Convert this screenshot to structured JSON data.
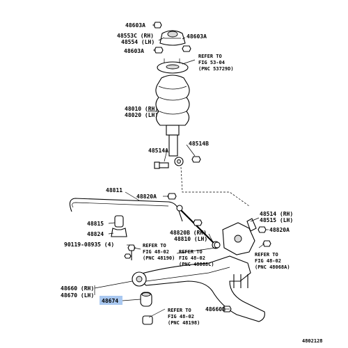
{
  "highlight_color": "#a9c8f0",
  "labels": {
    "p48603a_top": "48603A",
    "p48553c": "48553C (RH)",
    "p48554": "48554 (LH)",
    "p48603a_right": "48603A",
    "p48603a_mid": "48603A",
    "p48010": "48010 (RH)",
    "p48020": "48020 (LH)",
    "p48514a": "48514A",
    "p48514b": "48514B",
    "p48811": "48811",
    "p48820a_top": "48820A",
    "p48815": "48815",
    "p48824": "48824",
    "p90119": "90119-08935 (4)",
    "p48820b": "48820B (RH)",
    "p48810": "48810 (LH)",
    "p48514": "48514 (RH)",
    "p48515": "48515 (LH)",
    "p48820a_right": "48820A",
    "p48660": "48660 (RH)",
    "p48670": "48670 (LH)",
    "p48674": "48674",
    "p48660b": "48660B",
    "figure_id": "4802128"
  },
  "refers": [
    [
      "REFER TO",
      "FIG 53-04",
      "(PNC 53729D)"
    ],
    [
      "REFER TO",
      "FIG 48-02",
      "(PNC 48190)"
    ],
    [
      "REFER TO",
      "FIG 48-02",
      "(PNC 48068C)"
    ],
    [
      "REFER TO",
      "FIG 48-02",
      "(PNC 48068A)"
    ],
    [
      "REFER TO",
      "FIG 48-02",
      "(PNC 48198)"
    ]
  ]
}
